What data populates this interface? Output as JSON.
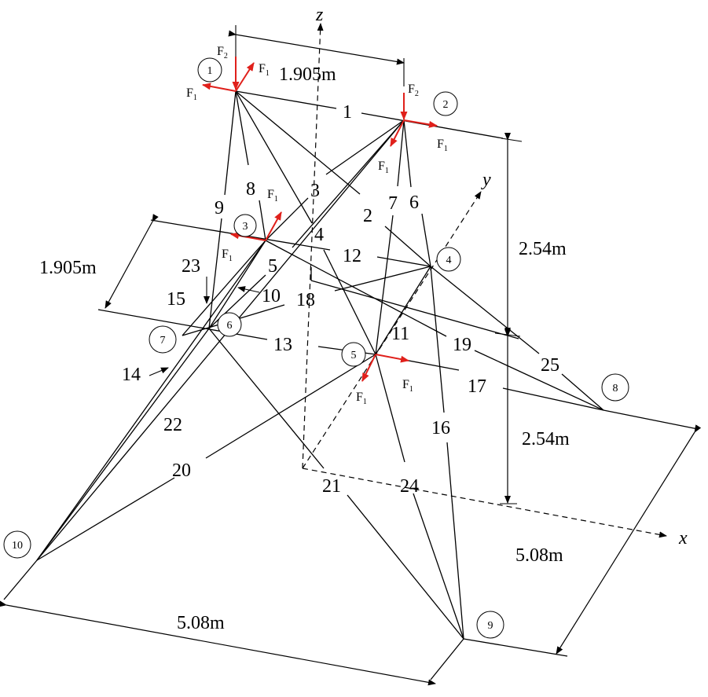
{
  "colors": {
    "force": "#e0201b",
    "line": "#000000"
  },
  "axes": {
    "x": "x",
    "y": "y",
    "z": "z"
  },
  "nodes": [
    "1",
    "2",
    "3",
    "4",
    "5",
    "6",
    "7",
    "8",
    "9",
    "10"
  ],
  "members": [
    "1",
    "2",
    "3",
    "4",
    "5",
    "6",
    "7",
    "8",
    "9",
    "10",
    "11",
    "12",
    "13",
    "14",
    "15",
    "16",
    "17",
    "18",
    "19",
    "20",
    "21",
    "22",
    "23",
    "24",
    "25"
  ],
  "dimensions": {
    "top_width": "1.905m",
    "side_width": "1.905m",
    "upper_height": "2.54m",
    "lower_height": "2.54m",
    "base_front": "5.08m",
    "base_side": "5.08m"
  },
  "forces": {
    "f1": "F",
    "f1_sub": "1",
    "f2": "F",
    "f2_sub": "2"
  }
}
